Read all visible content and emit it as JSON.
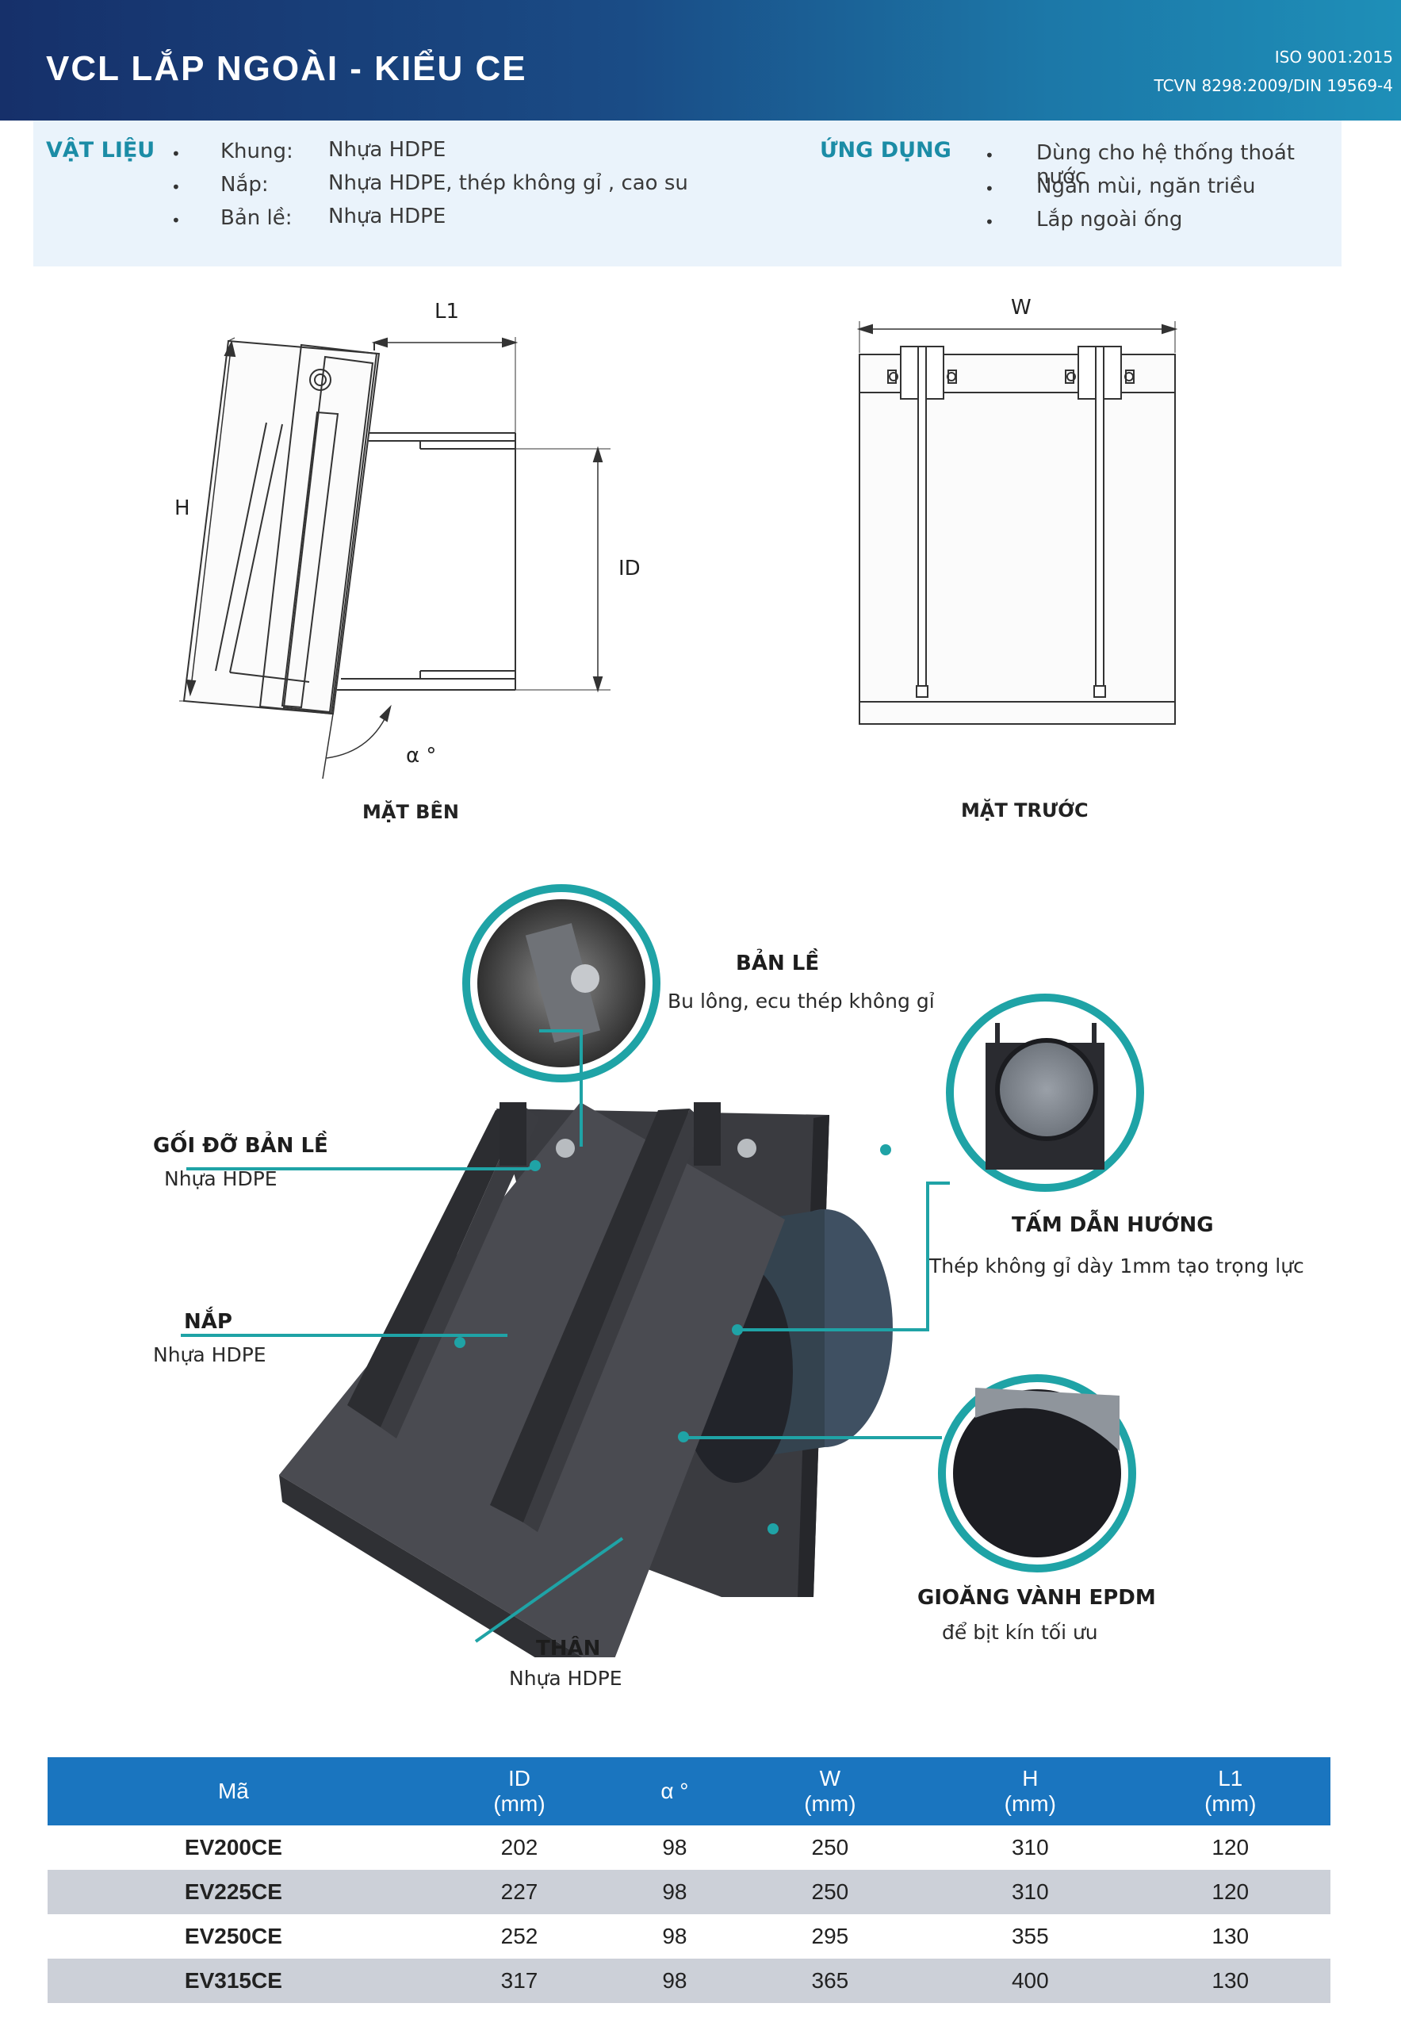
{
  "header": {
    "title": "VCL LẮP NGOÀI - KIỂU CE",
    "iso": "ISO 9001:2015",
    "tcvn": "TCVN 8298:2009/DIN 19569-4"
  },
  "materials": {
    "title": "VẬT LIỆU",
    "items": [
      {
        "label": "Khung:",
        "value": "Nhựa HDPE"
      },
      {
        "label": "Nắp:",
        "value": "Nhựa HDPE, thép không gỉ , cao su"
      },
      {
        "label": "Bản lề:",
        "value": "Nhựa HDPE"
      }
    ]
  },
  "applications": {
    "title": "ỨNG DỤNG",
    "items": [
      "Dùng  cho hệ thống thoát nước",
      "Ngăn mùi, ngăn triều",
      "Lắp ngoài ống"
    ]
  },
  "drawings": {
    "side": {
      "caption": "MẶT BÊN",
      "L1": "L1",
      "H": "H",
      "ID": "ID",
      "alpha": "α °"
    },
    "front": {
      "caption": "MẶT TRƯỚC",
      "W": "W"
    }
  },
  "callouts": {
    "hinge": {
      "title": "BẢN LỀ",
      "sub": "Bu lông, ecu thép không gỉ"
    },
    "hinge_support": {
      "title": "GỐI ĐỠ BẢN LỀ",
      "sub": "Nhựa HDPE"
    },
    "guide_plate": {
      "title": "TẤM DẪN HƯỚNG",
      "sub": "Thép không gỉ dày 1mm tạo trọng lực"
    },
    "cover": {
      "title": "NẮP",
      "sub": "Nhựa HDPE"
    },
    "gasket": {
      "title": "GIOĂNG VÀNH EPDM",
      "sub": "để bịt kín tối ưu"
    },
    "body": {
      "title": "THÂN",
      "sub": "Nhựa HDPE"
    }
  },
  "table": {
    "headers": [
      {
        "name": "Mã",
        "unit": ""
      },
      {
        "name": "ID",
        "unit": "(mm)"
      },
      {
        "name": "α °",
        "unit": ""
      },
      {
        "name": "W",
        "unit": "(mm)"
      },
      {
        "name": "H",
        "unit": "(mm)"
      },
      {
        "name": "L1",
        "unit": "(mm)"
      }
    ],
    "rows": [
      [
        "EV200CE",
        "202",
        "98",
        "250",
        "310",
        "120"
      ],
      [
        "EV225CE",
        "227",
        "98",
        "250",
        "310",
        "120"
      ],
      [
        "EV250CE",
        "252",
        "98",
        "295",
        "355",
        "130"
      ],
      [
        "EV315CE",
        "317",
        "98",
        "365",
        "400",
        "130"
      ]
    ]
  },
  "colors": {
    "accent": "#1b8ca6",
    "header_dark": "#16306a",
    "table_header": "#1a75bf",
    "callout_line": "#1fa3a6"
  }
}
